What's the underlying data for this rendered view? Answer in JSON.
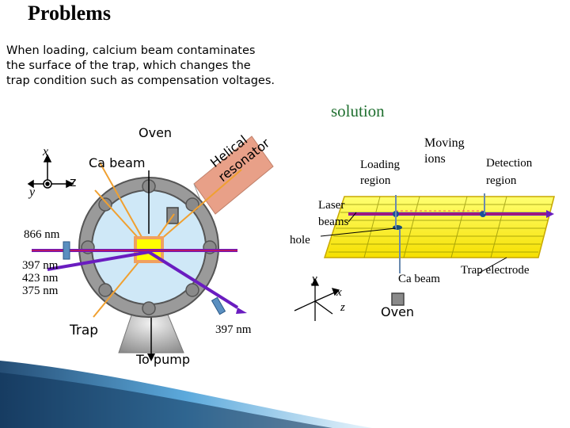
{
  "title": "Problems",
  "intro": "When loading, calcium beam contaminates the surface of the trap, which changes the trap condition such as compensation voltages.",
  "solution": "solution",
  "left": {
    "oven": "Oven",
    "ca_beam": "Ca beam",
    "helical_1": "Helical",
    "helical_2": "resonator",
    "axis_x": "x",
    "axis_y": "y",
    "axis_z": "z",
    "laser_866": "866 nm",
    "laser_397": "397 nm",
    "laser_423": "423 nm",
    "laser_375": "375 nm",
    "trap": "Trap",
    "laser_397_b": "397 nm",
    "to_pump": "To pump"
  },
  "right": {
    "moving_ions_1": "Moving",
    "moving_ions_2": "ions",
    "loading_1": "Loading",
    "loading_2": "region",
    "detection_1": "Detection",
    "detection_2": "region",
    "laser_beams_1": "Laser",
    "laser_beams_2": "beams",
    "hole": "hole",
    "axis_y": "y",
    "axis_x": "x",
    "axis_z": "z",
    "ca_beam": "Ca beam",
    "oven": "Oven",
    "trap_electrode": "Trap electrode"
  },
  "colors": {
    "solution": "#1f6f2f",
    "chamber": "#9a9a9a",
    "chamber_inner": "#cfe8f7",
    "trap_fill": "#ffff00",
    "trap_border": "#f0a060",
    "laser_violet": "#6a1cc0",
    "ca_beam": "#f0a030",
    "resonator": "#e8a088",
    "plate": "#ffff40",
    "wave": "#1a4f7a"
  },
  "icons": [
    "oven-icon",
    "pump-icon",
    "ion-dot-icon",
    "electrode-icon"
  ]
}
